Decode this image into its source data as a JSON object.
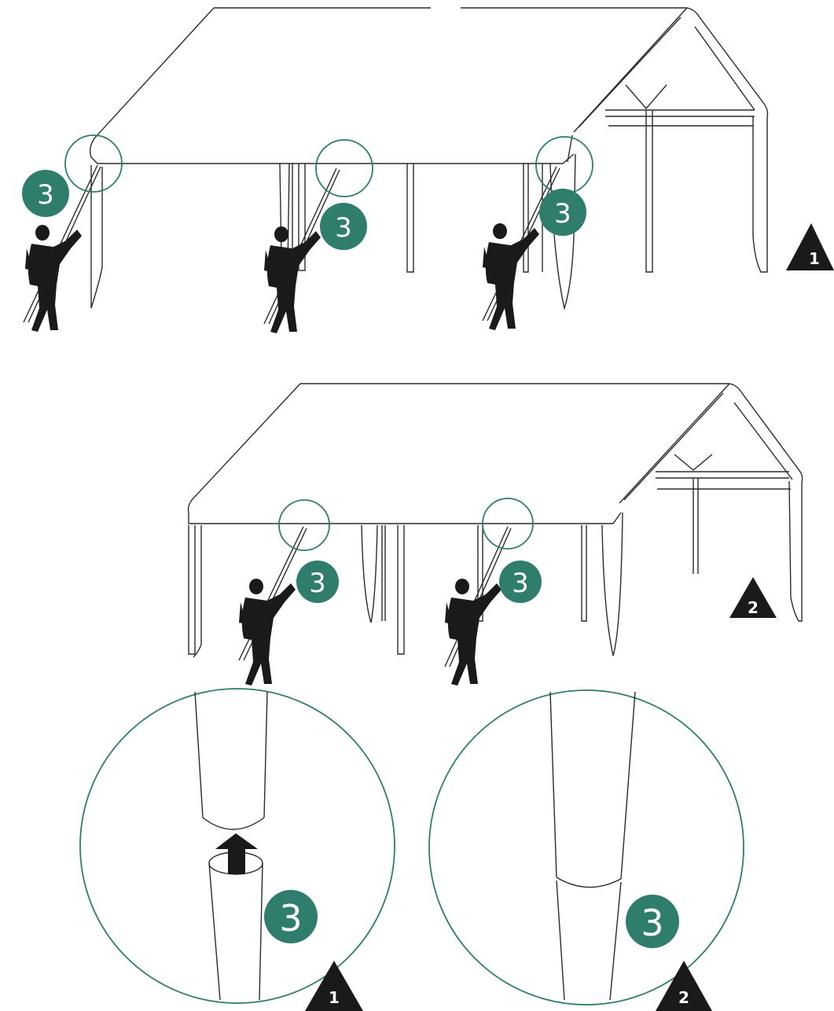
{
  "accent_color": "#2f7d6d",
  "marker_color": "#1a1a1a",
  "part_label": "3",
  "steps": {
    "top_step": "1",
    "middle_step": "2",
    "detail_left_step": "1",
    "detail_right_step": "2"
  },
  "icons": {
    "person": "person-raising-pole-icon",
    "arrow": "arrow-up-icon",
    "step_marker": "triangle-step-marker-icon"
  }
}
